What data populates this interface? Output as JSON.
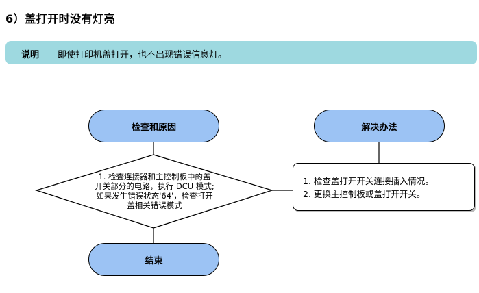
{
  "heading": "6）盖打开时没有灯亮",
  "note": {
    "label": "说明",
    "text": "即使打印机盖打开，也不出现错误信息灯。"
  },
  "flow": {
    "cause_title": "检查和原因",
    "solution_title": "解决办法",
    "end_title": "结束",
    "cause_lines": [
      "1. 检查连接器和主控制板中的盖",
      "开关部分的电路，执行 DCU 模式;",
      "如果发生错误状态'64'，检查打开",
      "盖相关错误模式"
    ],
    "solution_items": [
      "1.  检查盖打开开关连接插入情况。",
      "2.  更换主控制板或盖打开开关。"
    ]
  }
}
